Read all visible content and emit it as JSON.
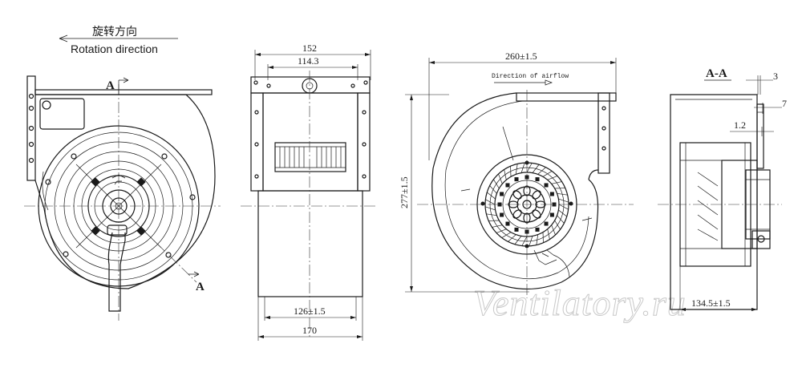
{
  "rotation": {
    "label_cn": "旋转方向",
    "label_en": "Rotation direction"
  },
  "section_marks": {
    "top": "A",
    "bottom": "A",
    "section_title": "A-A"
  },
  "airflow": {
    "label": "Direction of airflow"
  },
  "dimensions": {
    "side_top_width": "152",
    "side_inner_width": "114.3",
    "side_bottom_inner": "126±1.5",
    "side_bottom_total": "170",
    "front_width": "260±1.5",
    "front_height": "277±1.5",
    "section_3": "3",
    "section_7": "7",
    "section_12": "1.2",
    "section_depth": "134.5±1.5"
  },
  "watermark": "Ventilatory.ru",
  "colors": {
    "line": "#1a1a1a",
    "watermark": "#c9c9c9",
    "background": "#ffffff"
  }
}
